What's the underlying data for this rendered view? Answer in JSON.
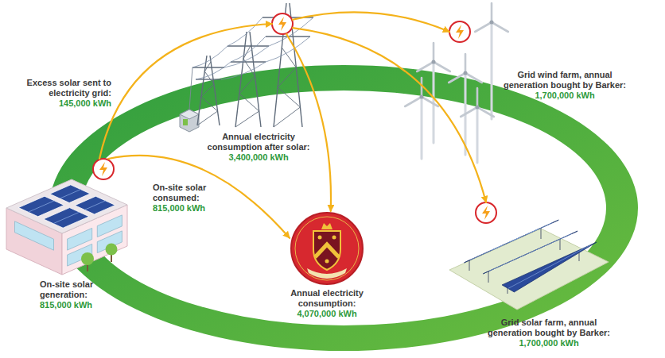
{
  "diagram": {
    "nodes": [
      {
        "text": [
          "On-site solar generation:",
          "815,000 kWh"
        ]
      },
      {
        "text": []
      },
      {
        "text": [
          "Annual electricity consumption:",
          "4,070,000 kWh"
        ]
      },
      {
        "text": [
          "Grid wind farm, annual generation bought by Barker:",
          "1,700,000 kWh"
        ]
      },
      {
        "text": [
          "Grid solar farm, annual generation bought by Barker:",
          "1,700,000 kWh"
        ]
      }
    ],
    "edges": [
      {
        "from": 0,
        "to": 1,
        "arrow": "to",
        "label": "Excess solar sent to electricity grid: 145,000 kWh"
      },
      {
        "from": 0,
        "to": 2,
        "arrow": "to",
        "label": "On-site solar consumed: 815,000 kWh"
      },
      {
        "from": 1,
        "to": 2,
        "arrow": "to",
        "label": "Annual electricity consumption after solar: 3,400,000 kWh"
      },
      {
        "from": 1,
        "to": 3,
        "arrow": "to"
      },
      {
        "from": 1,
        "to": 4,
        "arrow": "to"
      }
    ]
  }
}
